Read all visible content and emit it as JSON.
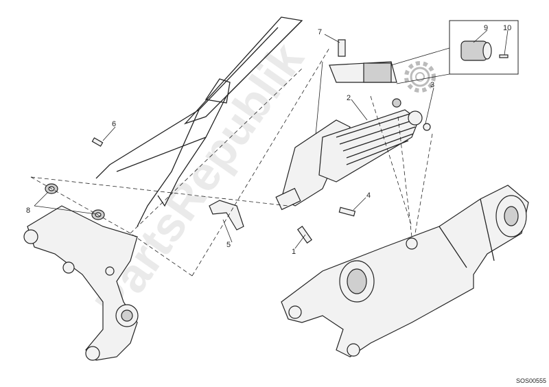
{
  "watermark": "PartsRepublik",
  "diagram_code": "SOS00555",
  "callouts": [
    "1",
    "2",
    "3",
    "4",
    "5",
    "6",
    "7",
    "8",
    "9",
    "10"
  ],
  "colors": {
    "line": "#222222",
    "part_fill": "#f2f2f2",
    "shade": "#cfcfcf",
    "watermark": "#d9d9d9"
  },
  "icons": [
    "gear-icon"
  ]
}
